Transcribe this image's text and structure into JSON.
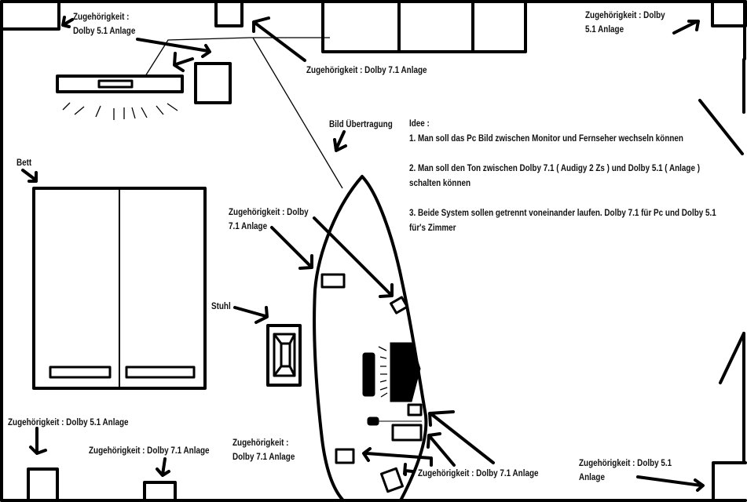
{
  "drawing": {
    "colors": {
      "ink": "#000000",
      "background": "#ffffff",
      "text": "#111111"
    },
    "labels": {
      "top_left_speaker": [
        "Zugehörigkeit :",
        "Dolby 5.1 Anlage"
      ],
      "top_center_speaker": "Zugehörigkeit : Dolby 7.1 Anlage",
      "top_right_speaker": [
        "Zugehörigkeit : Dolby",
        "5.1 Anlage"
      ],
      "image_transfer": "Bild Übertragung",
      "bed": "Bett",
      "desk_speakers": [
        "Zugehörigkeit : Dolby",
        "7.1 Anlage"
      ],
      "chair": "Stuhl",
      "bottom_left_speaker": "Zugehörigkeit : Dolby 5.1 Anlage",
      "bottom_center_speaker": "Zugehörigkeit : Dolby 7.1 Anlage",
      "bottom_desk_speaker": [
        "Zugehörigkeit :",
        "Dolby 7.1 Anlage"
      ],
      "desk_bottom_speakers": "Zugehörigkeit : Dolby 7.1 Anlage",
      "bottom_right_speaker": [
        "Zugehörigkeit : Dolby 5.1",
        "Anlage"
      ]
    },
    "ideas": {
      "title": "Idee :",
      "items": [
        [
          "1. Man soll das Pc Bild zwischen Monitor und Fernseher wechseln können"
        ],
        [
          "2. Man soll den Ton zwischen Dolby 7.1 ( Audigy 2 Zs ) und Dolby 5.1 ( Anlage )",
          "schalten können"
        ],
        [
          "3. Beide System sollen getrennt voneinander laufen. Dolby 7.1 für Pc und Dolby 5.1",
          "für's Zimmer"
        ]
      ]
    }
  }
}
